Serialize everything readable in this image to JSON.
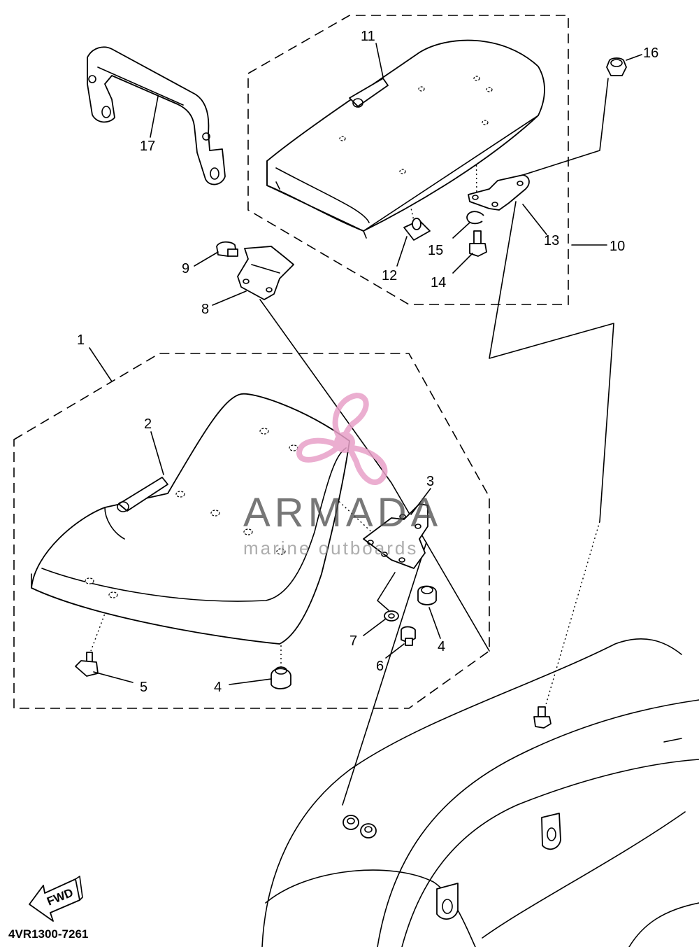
{
  "diagram": {
    "callouts": {
      "c1": "1",
      "c2": "2",
      "c3": "3",
      "c4a": "4",
      "c4b": "4",
      "c5": "5",
      "c6": "6",
      "c7": "7",
      "c8": "8",
      "c9": "9",
      "c10": "10",
      "c11": "11",
      "c12": "12",
      "c13": "13",
      "c14": "14",
      "c15": "15",
      "c16": "16",
      "c17": "17"
    },
    "fwd_label": "FWD",
    "part_code": "4VR1300-7261"
  },
  "watermark": {
    "title": "ARMADA",
    "subtitle": "marine outboards",
    "accent_color": "#e8a0c8"
  }
}
